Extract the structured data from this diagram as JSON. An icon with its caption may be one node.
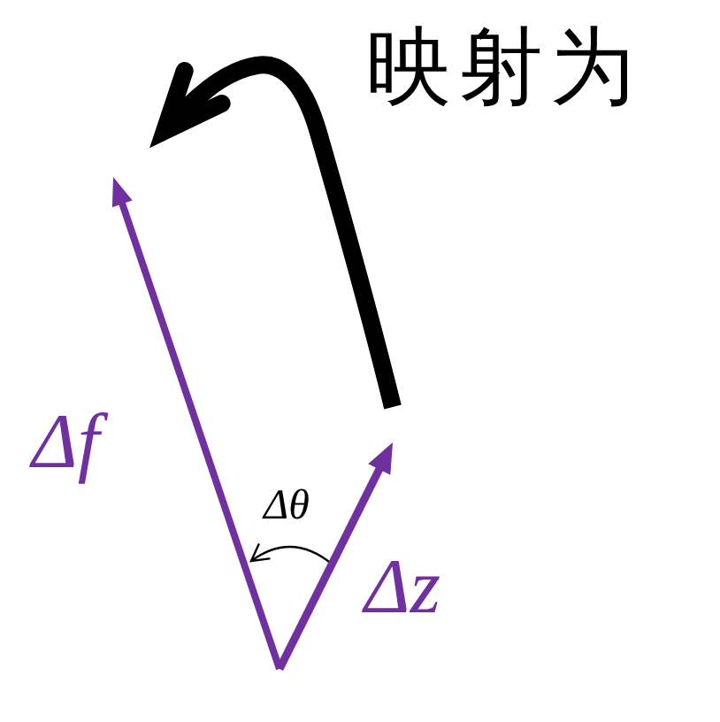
{
  "diagram": {
    "nodes": [
      {
        "text": [],
        "shape": "arrow",
        "beside": [
          "Δf"
        ]
      },
      {
        "text": [],
        "shape": "arrow",
        "beside": [
          "Δz"
        ]
      }
    ],
    "edges": [
      {
        "from": 1,
        "to": 0,
        "arrow": "to",
        "label": "映射为",
        "style": "thick"
      },
      {
        "from": 1,
        "to": 0,
        "arrow": "to",
        "label": "Δθ"
      }
    ]
  }
}
